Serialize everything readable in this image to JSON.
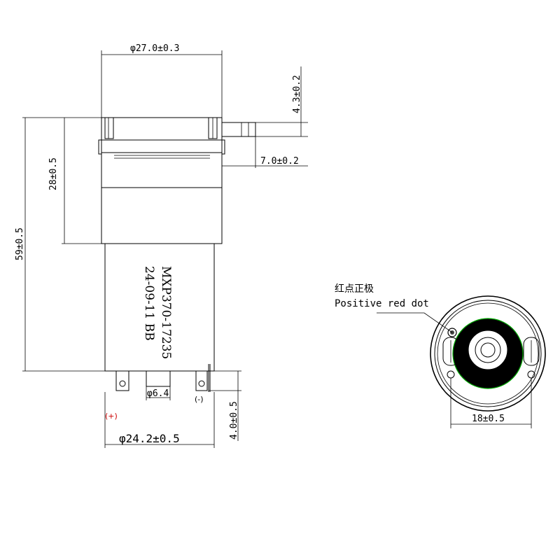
{
  "dimensions": {
    "gearbox_diameter": "φ27.0±0.3",
    "shaft_height": "4.3±0.2",
    "shaft_length": "7.0±0.2",
    "gearbox_length": "28±0.5",
    "total_length": "59±0.5",
    "motor_diameter": "φ24.2±0.5",
    "boss_diameter": "φ6.4",
    "terminal_length": "4.0±0.5",
    "terminal_spacing": "18±0.5"
  },
  "marking": {
    "model": "MXP370-17235",
    "date": "24-09-11 BB"
  },
  "terminals": {
    "positive": "(+)",
    "negative": "(-)"
  },
  "annotation": {
    "chinese": "红点正极",
    "english": "Positive red dot"
  },
  "colors": {
    "line": "#000000",
    "positive_mark": "#cc0000",
    "core_outline": "#00aa00"
  }
}
